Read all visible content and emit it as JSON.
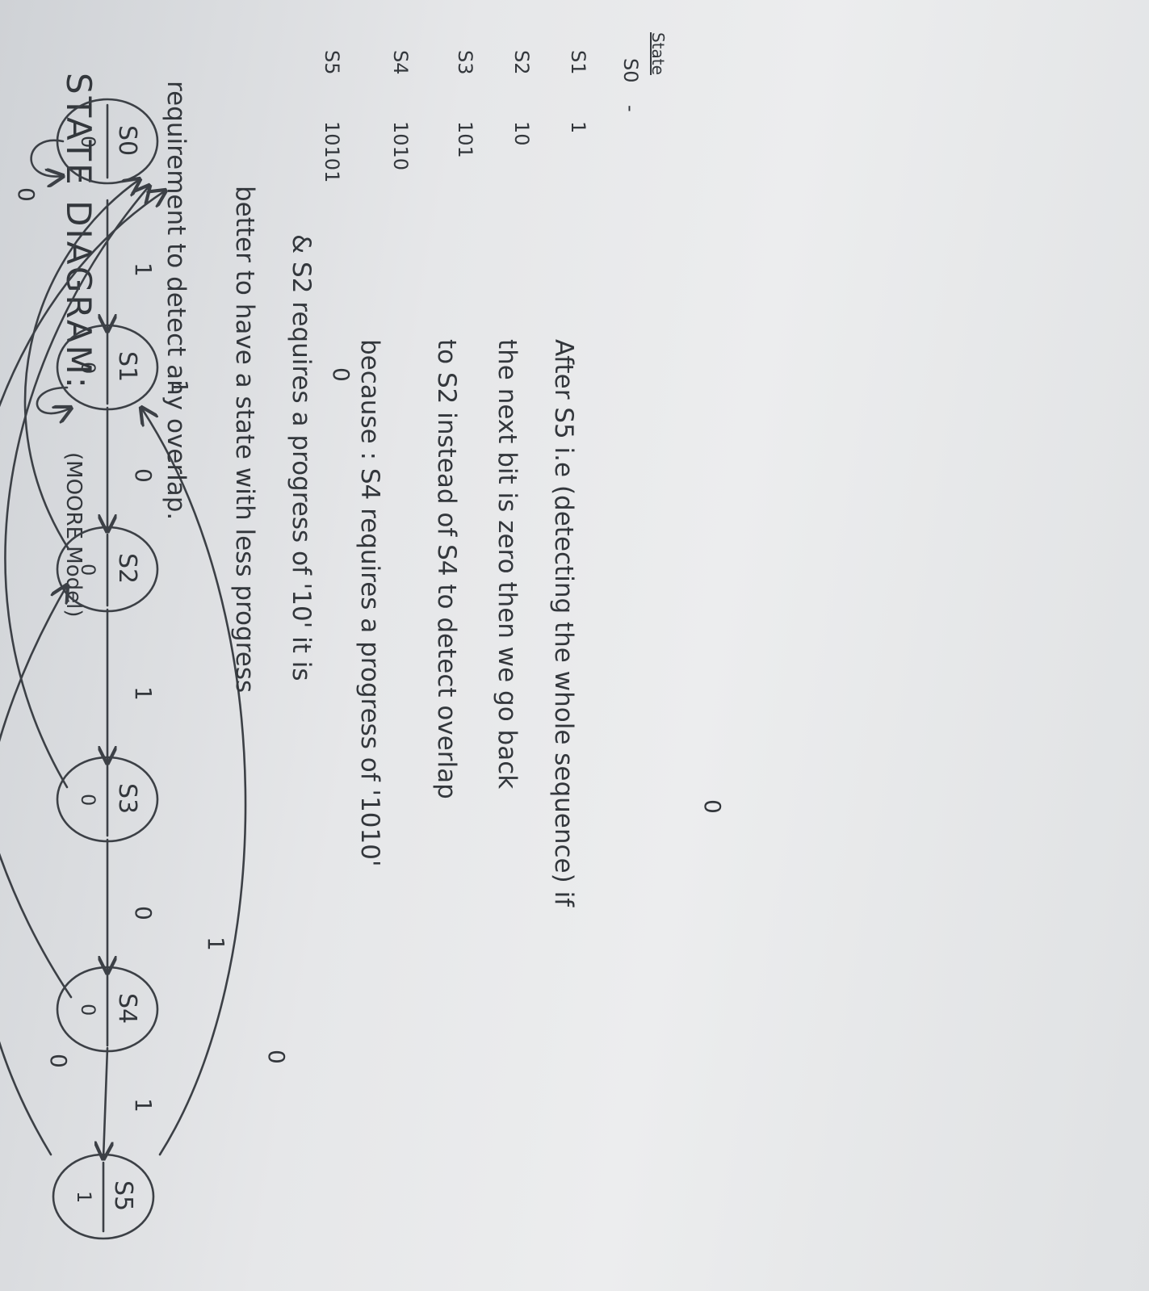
{
  "title": "STATE DIAGRAM:",
  "subtitle": "(MOORE Model)",
  "states": [
    {
      "id": "s0",
      "name": "S0",
      "output": "0"
    },
    {
      "id": "s1",
      "name": "S1",
      "output": "0"
    },
    {
      "id": "s2",
      "name": "S2",
      "output": "0"
    },
    {
      "id": "s3",
      "name": "S3",
      "output": "0"
    },
    {
      "id": "s4",
      "name": "S4",
      "output": "0"
    },
    {
      "id": "s5",
      "name": "S5",
      "output": "1"
    }
  ],
  "transitions": [
    {
      "from": "S0",
      "to": "S0",
      "input": "0"
    },
    {
      "from": "S0",
      "to": "S1",
      "input": "1"
    },
    {
      "from": "S1",
      "to": "S1",
      "input": "1"
    },
    {
      "from": "S1",
      "to": "S2",
      "input": "0"
    },
    {
      "from": "S2",
      "to": "S0",
      "input": "0"
    },
    {
      "from": "S2",
      "to": "S3",
      "input": "1"
    },
    {
      "from": "S3",
      "to": "S0",
      "input": "0"
    },
    {
      "from": "S3",
      "to": "S4",
      "input": "0"
    },
    {
      "from": "S4",
      "to": "S0",
      "input": "0"
    },
    {
      "from": "S4",
      "to": "S5",
      "input": "1"
    },
    {
      "from": "S5",
      "to": "S1",
      "input": "1"
    },
    {
      "from": "S5",
      "to": "S2",
      "input": "0"
    }
  ],
  "state_table": {
    "header": "State",
    "rows": [
      {
        "state": "S0",
        "seq": "-"
      },
      {
        "state": "S1",
        "seq": "1"
      },
      {
        "state": "S2",
        "seq": "10"
      },
      {
        "state": "S3",
        "seq": "101"
      },
      {
        "state": "S4",
        "seq": "1010"
      },
      {
        "state": "S5",
        "seq": "10101"
      }
    ]
  },
  "note_lines": [
    "After S5 i.e (detecting the whole sequence) if",
    "the next bit is zero then we go back",
    "to S2 instead of S4 to detect overlap",
    "because : S4 requires a progress of '1010'",
    "& S2 requires a progress of '10' it is",
    "better to have a state with less progress",
    "requirement to detect any overlap."
  ]
}
